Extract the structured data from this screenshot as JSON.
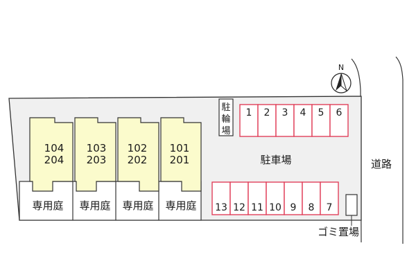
{
  "compass": {
    "label": "N"
  },
  "buildings": [
    {
      "upper": "104",
      "lower": "204"
    },
    {
      "upper": "103",
      "lower": "203"
    },
    {
      "upper": "102",
      "lower": "202"
    },
    {
      "upper": "101",
      "lower": "201"
    }
  ],
  "private_garden_label": "専用庭",
  "bicycle_parking": {
    "chars": [
      "駐",
      "輪",
      "場"
    ]
  },
  "parking_lot_label": "駐車場",
  "parking_spaces_top": [
    "1",
    "2",
    "3",
    "4",
    "5",
    "6"
  ],
  "parking_spaces_bottom": [
    "13",
    "12",
    "11",
    "10",
    "9",
    "8",
    "7"
  ],
  "garbage_area_label": "ゴミ置場",
  "road_label": "道路",
  "colors": {
    "site_fill": "#f0f0f0",
    "building_fill": "#fbfbcc",
    "parking_line": "#e0405a",
    "parking_fill": "#ffffff",
    "outline": "#333333"
  }
}
